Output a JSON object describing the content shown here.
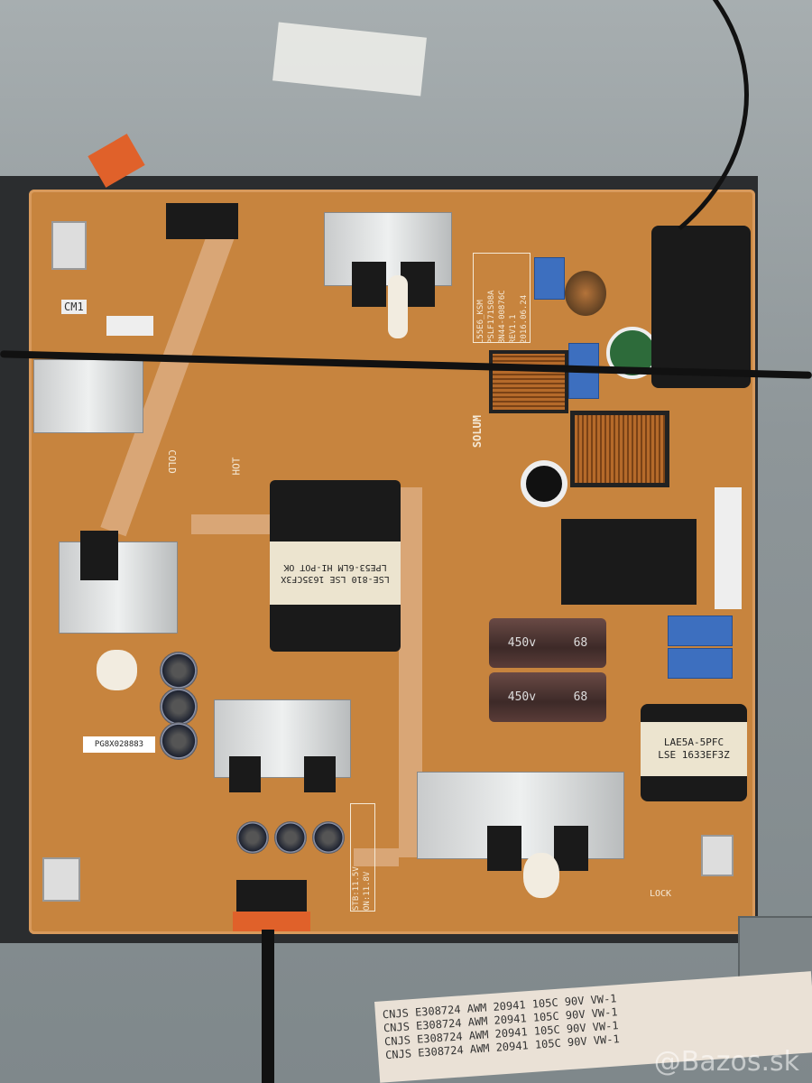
{
  "board": {
    "model": "L55E6_KSM",
    "part_code": "PSLF171S08A",
    "bn": "BN44-00876C",
    "rev": "REV1.1",
    "date": "2016.06.24",
    "hot": "HOT",
    "cold": "COLD",
    "cm1": "CM1",
    "lock": "LOCK",
    "brand": "SOLUM",
    "stb": "STB:11.5V",
    "on": "ON:11.8V",
    "barcode": "PG8X028883"
  },
  "transformer_main": {
    "line1": "LSE-810 LSE 1635CF3X",
    "line2": "LPE53-6LM HI-POT OK"
  },
  "transformer_pfc": {
    "line1": "LAE5A-5PFC",
    "line2": "LSE 1633EF3Z"
  },
  "capacitors": {
    "voltage": "450v",
    "value": "68"
  },
  "flex_cable": {
    "text": "CNJS E308724 AWM 20941 105C 90V VW-1"
  },
  "watermark": "@Bazos.sk",
  "colors": {
    "pcb": "#c7843e",
    "trace": "#d9a676",
    "background": "#8e9699"
  }
}
